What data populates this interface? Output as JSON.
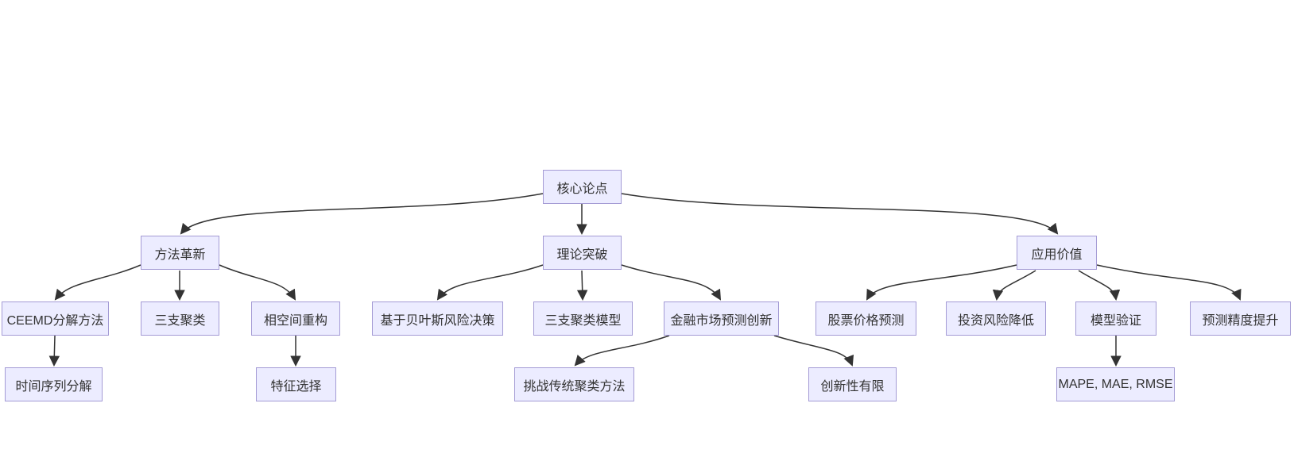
{
  "diagram": {
    "type": "flowchart-top-down",
    "colors": {
      "background": "#ffffff",
      "node_fill": "#ECECFF",
      "node_stroke": "#a49bd5",
      "edge_stroke": "#333333",
      "text": "#333333"
    },
    "nodes": {
      "core": {
        "label": "核心论点"
      },
      "method": {
        "label": "方法革新"
      },
      "theory": {
        "label": "理论突破"
      },
      "value": {
        "label": "应用价值"
      },
      "ceemd": {
        "label": "CEEMD分解方法"
      },
      "threeway": {
        "label": "三支聚类"
      },
      "phase": {
        "label": "相空间重构"
      },
      "bayes": {
        "label": "基于贝叶斯风险决策"
      },
      "threemodel": {
        "label": "三支聚类模型"
      },
      "finance": {
        "label": "金融市场预测创新"
      },
      "stock": {
        "label": "股票价格预测"
      },
      "risk": {
        "label": "投资风险降低"
      },
      "model": {
        "label": "模型验证"
      },
      "accuracy": {
        "label": "预测精度提升"
      },
      "timeseries": {
        "label": "时间序列分解"
      },
      "feature": {
        "label": "特征选择"
      },
      "challenge": {
        "label": "挑战传统聚类方法"
      },
      "limited": {
        "label": "创新性有限"
      },
      "metrics": {
        "label": "MAPE, MAE, RMSE"
      }
    },
    "edges": [
      {
        "from": "core",
        "to": "method"
      },
      {
        "from": "core",
        "to": "theory"
      },
      {
        "from": "core",
        "to": "value"
      },
      {
        "from": "method",
        "to": "ceemd"
      },
      {
        "from": "method",
        "to": "threeway"
      },
      {
        "from": "method",
        "to": "phase"
      },
      {
        "from": "theory",
        "to": "bayes"
      },
      {
        "from": "theory",
        "to": "threemodel"
      },
      {
        "from": "theory",
        "to": "finance"
      },
      {
        "from": "value",
        "to": "stock"
      },
      {
        "from": "value",
        "to": "risk"
      },
      {
        "from": "value",
        "to": "model"
      },
      {
        "from": "value",
        "to": "accuracy"
      },
      {
        "from": "ceemd",
        "to": "timeseries"
      },
      {
        "from": "phase",
        "to": "feature"
      },
      {
        "from": "finance",
        "to": "challenge"
      },
      {
        "from": "finance",
        "to": "limited"
      },
      {
        "from": "model",
        "to": "metrics"
      }
    ]
  }
}
